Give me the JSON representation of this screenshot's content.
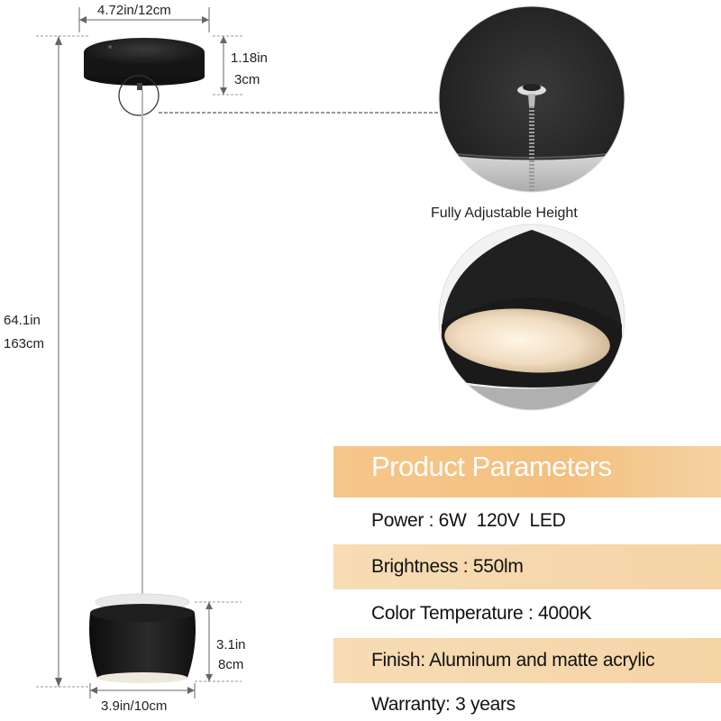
{
  "dimensions": {
    "canopy_width": "4.72in/12cm",
    "canopy_height_in": "1.18in",
    "canopy_height_cm": "3cm",
    "total_height_in": "64.1in",
    "total_height_cm": "163cm",
    "shade_height_in": "3.1in",
    "shade_height_cm": "8cm",
    "shade_width": "3.9in/10cm"
  },
  "detail_caption": "Fully Adjustable Height",
  "product_parameters": {
    "title": "Product Parameters",
    "rows": [
      {
        "label": "Power",
        "separator": " : ",
        "value": "6W  120V  LED",
        "shaded": false
      },
      {
        "label": "Brightness",
        "separator": " : ",
        "value": "550lm",
        "shaded": true
      },
      {
        "label": "Color Temperature",
        "separator": " : ",
        "value": "4000K",
        "shaded": false
      },
      {
        "label": "Finish",
        "separator": ": ",
        "value": "Aluminum and matte acrylic",
        "shaded": true
      },
      {
        "label": "Warranty",
        "separator": ": ",
        "value": "3 years",
        "shaded": false
      }
    ]
  },
  "colors": {
    "accent": "#f3c080",
    "accent_light": "#f7dcb4",
    "fixture_black": "#1a1a1a",
    "dimension_line": "#555555"
  },
  "icons": [
    "pendant-lamp-illustration",
    "canopy-detail-zoom",
    "shade-detail-zoom"
  ]
}
